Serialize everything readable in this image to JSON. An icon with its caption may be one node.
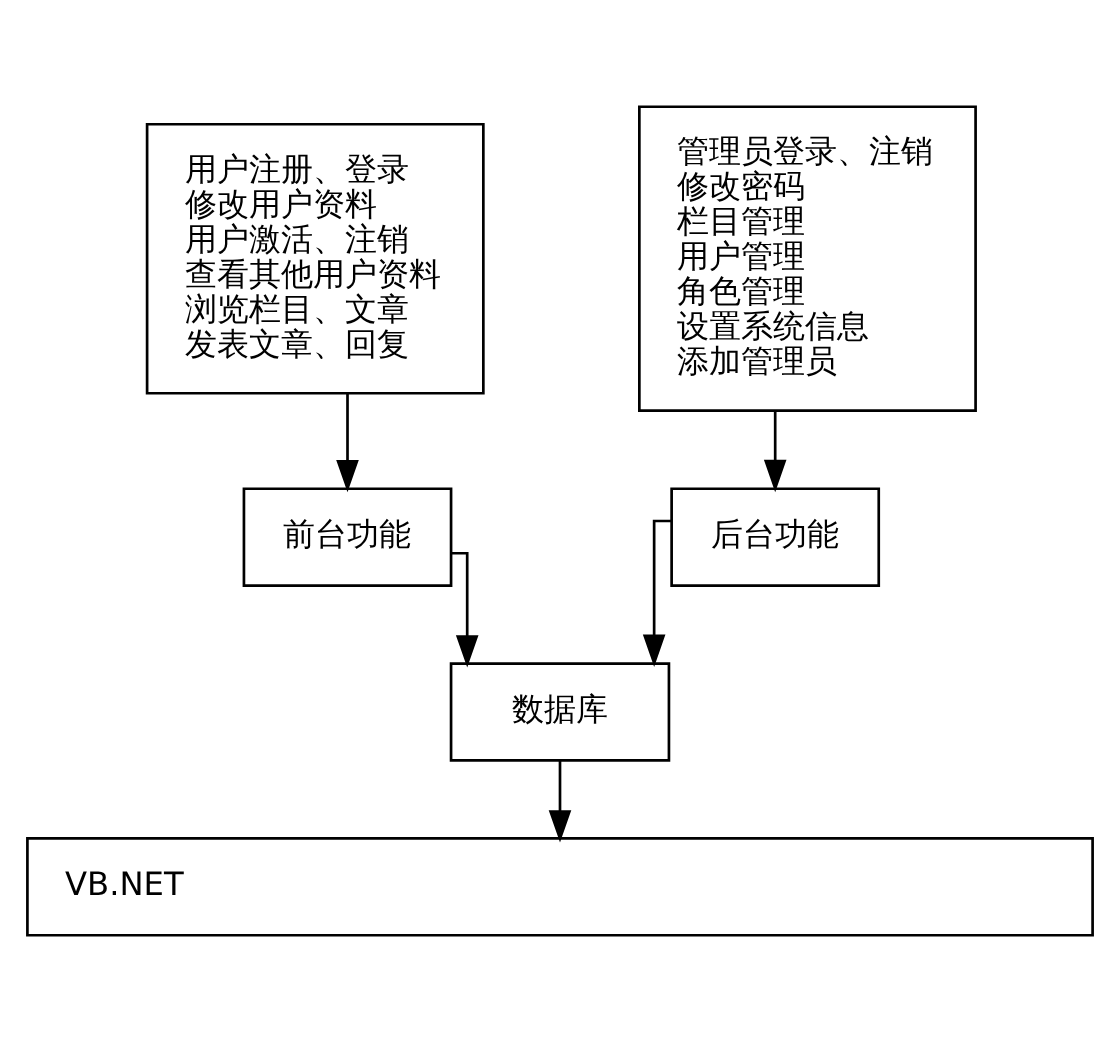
{
  "diagram": {
    "nodes": [
      {
        "text": [
          "用户注册、登录",
          "修改用户资料",
          "用户激活、注销",
          "查看其他用户资料",
          "浏览栏目、文章",
          "发表文章、回复"
        ]
      },
      {
        "text": [
          "管理员登录、注销",
          "修改密码",
          "栏目管理",
          "用户管理",
          "角色管理",
          "设置系统信息",
          "添加管理员"
        ]
      },
      {
        "text": [
          "前台功能"
        ]
      },
      {
        "text": [
          "后台功能"
        ]
      },
      {
        "text": [
          "数据库"
        ]
      },
      {
        "text": [
          "VB.NET"
        ]
      }
    ],
    "edges": [
      {
        "from": 0,
        "to": 2,
        "arrow": "to"
      },
      {
        "from": 1,
        "to": 3,
        "arrow": "to"
      },
      {
        "from": 2,
        "to": 4,
        "arrow": "to"
      },
      {
        "from": 3,
        "to": 4,
        "arrow": "to"
      },
      {
        "from": 4,
        "to": 5,
        "arrow": "to"
      }
    ]
  }
}
